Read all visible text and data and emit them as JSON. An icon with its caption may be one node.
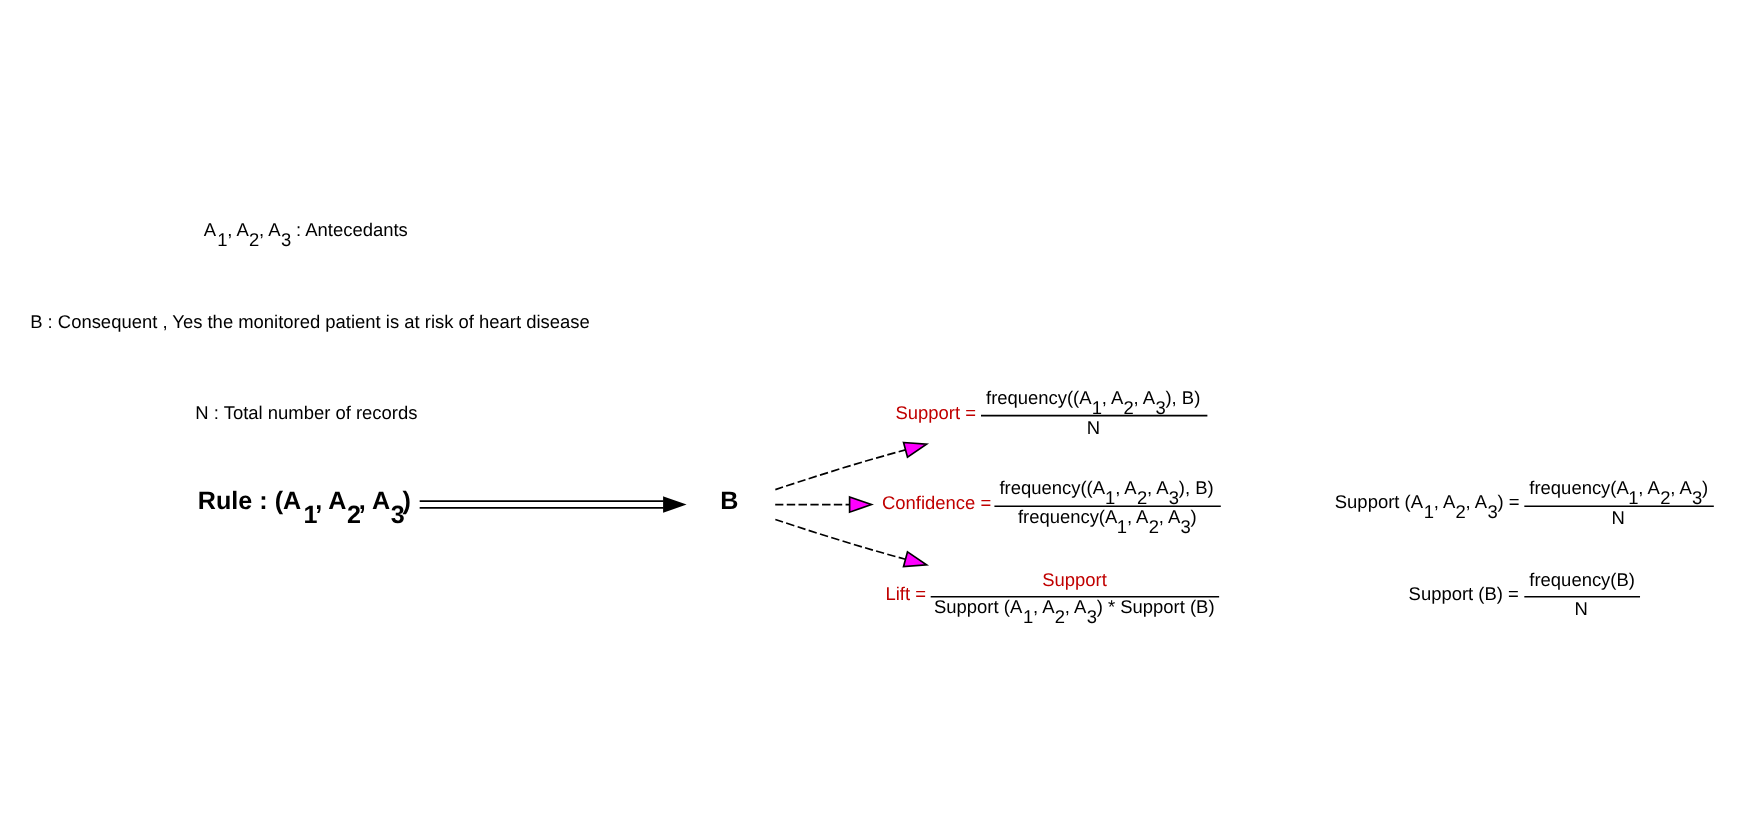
{
  "diagram": {
    "nodes": [
      {
        "text": [
          "Rule : (A$_{1}$, A$_{2}$, A$_{3}$)"
        ]
      },
      {
        "text": [
          "B"
        ]
      },
      {
        "text": [
          "Support =",
          "frequency((A$_{1}$, A$_{2}$, A$_{3}$), B)",
          "N"
        ]
      },
      {
        "text": [
          "Confidence =",
          "frequency((A$_{1}$, A$_{2}$, A$_{3}$), B)",
          "frequency(A$_{1}$, A$_{2}$, A$_{3}$)"
        ]
      },
      {
        "text": [
          "Lift =",
          "Support",
          "Support (A$_{1}$, A$_{2}$, A$_{3}$) * Support (B)"
        ]
      }
    ],
    "edges": [
      {
        "from": 0,
        "to": 1,
        "arrow": "to"
      },
      {
        "from": 1,
        "to": 2,
        "arrow": "to",
        "style": "dashed"
      },
      {
        "from": 1,
        "to": 3,
        "arrow": "to",
        "style": "dashed"
      },
      {
        "from": 1,
        "to": 4,
        "arrow": "to",
        "style": "dashed"
      }
    ],
    "labels": [
      "A$_{1}$, A$_{2}$, A$_{3}$ : Antecedants",
      "B : Consequent , Yes the monitored patient is at risk of heart disease",
      "N : Total number of records",
      "Support (A$_{1}$, A$_{2}$, A$_{3}$) =",
      "frequency(A$_{1}$, A$_{2}$, A$_{3}$)",
      "N",
      "Support (B) =",
      "frequency(B)",
      "N"
    ]
  }
}
